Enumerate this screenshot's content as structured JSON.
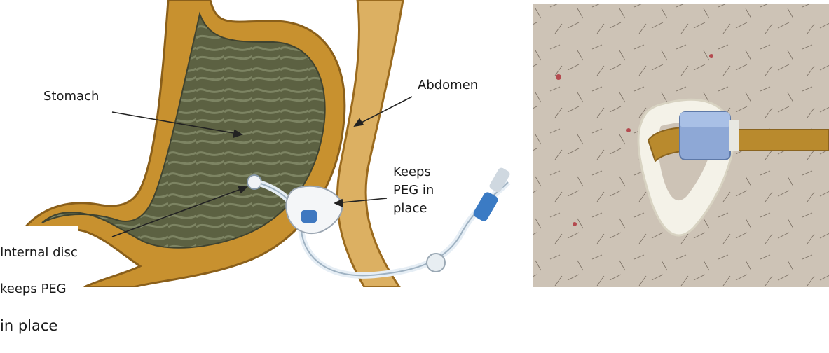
{
  "labels": {
    "stomach": "Stomach",
    "abdomen": "Abdomen",
    "keeps_peg": "Keeps\nPEG in\nplace",
    "internal_disc_line1": "Internal disc",
    "internal_disc_line2": "keeps PEG",
    "internal_disc_line3": "in place"
  },
  "colors": {
    "stomach_wall": "#c8912f",
    "stomach_outer": "#e2b866",
    "stomach_lining": "#5a5f40",
    "abdomen_wall": "#dcb062",
    "skin_photo": "#cfc5b8",
    "tube_amber": "#b98a2d",
    "bolster_white": "#f3f1e8",
    "clamp_blue": "#8ea8d6",
    "arrow": "#222222"
  }
}
